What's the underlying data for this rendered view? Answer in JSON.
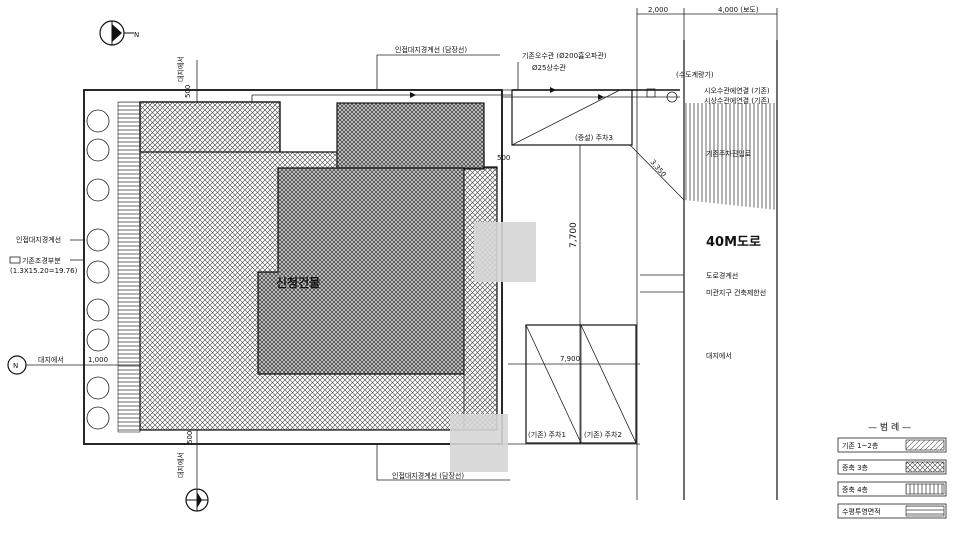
{
  "labels": {
    "dim_2000": "2,000",
    "dim_4000": "4,000 (보도)",
    "boundary_top": "인접대지경계선 (담장선)",
    "boundary_bottom": "인접대지경계선 (담장선)",
    "boundary_left": "인접대지경계선",
    "water_pipe": "기존오수관 (Ø200흄오파관)",
    "water_25": "Ø25상수관",
    "meter": "(수도계량기)",
    "city_water_new": "시오수관에연결 (기존)",
    "city_water_old": "시상수관에연결 (기존)",
    "existing_entrance": "기존주차진입로",
    "road": "40M도로",
    "road_boundary": "도로경계선",
    "setback_line": "미관지구 건축제한선",
    "building": "신청건물",
    "landscape": "기존조경부분",
    "landscape_area": "(1.3X15.20=19.76)",
    "dim_500_top": "500",
    "dim_500_right": "500",
    "dim_500_bottom": "500",
    "dim_1000": "1,000",
    "dim_3350": "3,350",
    "dim_7700": "7,700",
    "dim_7900": "7,900",
    "parking_new": "(증설) 주차3",
    "parking1": "(기존) 주차1",
    "parking2": "(기존) 주차2",
    "setback_left": "대지에서",
    "setback_right": "대지에서",
    "setback_top": "대지에서",
    "setback_bottom": "대지에서",
    "north": "N"
  },
  "legend": {
    "title": "— 범 례 —",
    "items": [
      {
        "label": "기존 1~2층",
        "pattern": "diag"
      },
      {
        "label": "증축 3층",
        "pattern": "cross"
      },
      {
        "label": "증축 4층",
        "pattern": "vert"
      },
      {
        "label": "수평투영면적",
        "pattern": "horiz"
      }
    ]
  }
}
